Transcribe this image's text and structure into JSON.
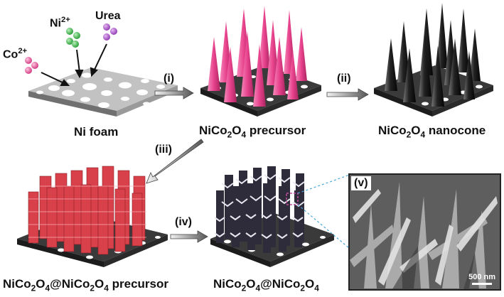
{
  "ions": {
    "co": "Co",
    "co_charge": "2+",
    "ni": "Ni",
    "ni_charge": "2+",
    "urea": "Urea"
  },
  "steps": {
    "i": "(i)",
    "ii": "(ii)",
    "iii": "(iii)",
    "iv": "(iv)",
    "v": "(v)"
  },
  "captions": {
    "ni_foam": "Ni foam",
    "precursor": {
      "a": "NiCo",
      "s1": "2",
      "b": "O",
      "s2": "4",
      "c": " precursor"
    },
    "nanocone": {
      "a": "NiCo",
      "s1": "2",
      "b": "O",
      "s2": "4",
      "c": " nanocone"
    },
    "core_shell_precursor": {
      "a": "NiCo",
      "s1": "2",
      "b": "O",
      "s2": "4",
      "c": "@NiCo",
      "s3": "2",
      "d": "O",
      "s4": "4",
      "e": " precursor"
    },
    "core_shell": {
      "a": "NiCo",
      "s1": "2",
      "b": "O",
      "s2": "4",
      "c": "@NiCo",
      "s3": "2",
      "d": "O",
      "s4": "4"
    }
  },
  "sem": {
    "scale": "500 nm"
  },
  "colors": {
    "co": "#e0559a",
    "ni": "#3cb44b",
    "urea": "#a64fc4",
    "cone_pink": "#e8428c",
    "cone_black": "#1a1a1a",
    "shell_red": "#d8404a",
    "shell_dark": "#2e2c3a",
    "foam_dark": "#3a3a3a",
    "foam_light": "#bdbdbd",
    "zoom_line": "#4aa8d8",
    "zoom_box": "#c04fa0"
  }
}
